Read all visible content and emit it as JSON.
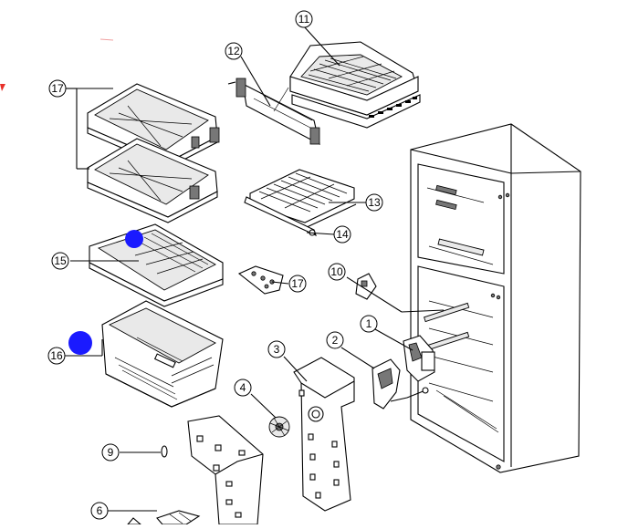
{
  "diagram": {
    "callouts": [
      {
        "id": "c1",
        "label": "1"
      },
      {
        "id": "c2",
        "label": "2"
      },
      {
        "id": "c3",
        "label": "3"
      },
      {
        "id": "c4",
        "label": "4"
      },
      {
        "id": "c6",
        "label": "6"
      },
      {
        "id": "c9",
        "label": "9"
      },
      {
        "id": "c10",
        "label": "10"
      },
      {
        "id": "c11",
        "label": "11"
      },
      {
        "id": "c12",
        "label": "12"
      },
      {
        "id": "c13",
        "label": "13"
      },
      {
        "id": "c14",
        "label": "14"
      },
      {
        "id": "c15",
        "label": "15"
      },
      {
        "id": "c16",
        "label": "16"
      },
      {
        "id": "c17a",
        "label": "17"
      },
      {
        "id": "c17b",
        "label": "17"
      }
    ],
    "colors": {
      "line": "#000000",
      "background": "#ffffff",
      "marker": "#1a1aff",
      "red_mark": "#e8302a"
    }
  }
}
